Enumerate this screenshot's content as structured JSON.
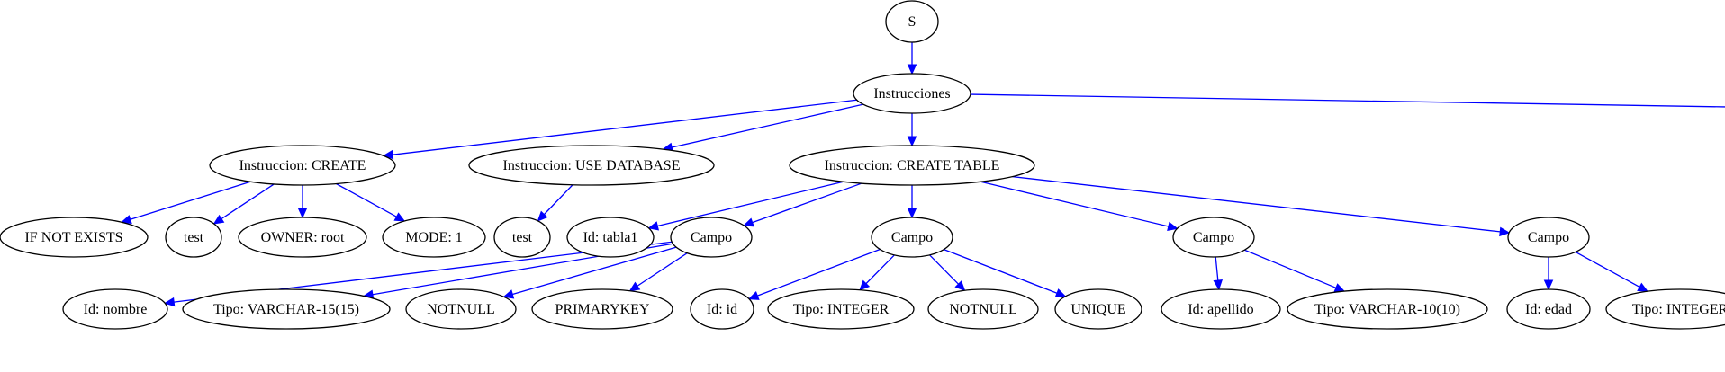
{
  "colors": {
    "edge": "#0000ff",
    "node_border": "#000000",
    "background": "#ffffff"
  },
  "nodes": {
    "root": "S",
    "instrucciones": "Instrucciones",
    "create": "Instruccion: CREATE",
    "use_db": "Instruccion: USE DATABASE",
    "create_table": "Instruccion: CREATE TABLE",
    "if_not_exists": "IF NOT EXISTS",
    "create_name": "test",
    "owner": "OWNER: root",
    "mode": "MODE: 1",
    "use_name": "test",
    "table_id": "Id: tabla1",
    "campo_1": "Campo",
    "campo_2": "Campo",
    "campo_3": "Campo",
    "campo_4": "Campo",
    "c1_id": "Id: nombre",
    "c1_tipo": "Tipo: VARCHAR-15(15)",
    "c1_notnull": "NOTNULL",
    "c1_pk": "PRIMARYKEY",
    "c2_id": "Id: id",
    "c2_tipo": "Tipo: INTEGER",
    "c2_notnull": "NOTNULL",
    "c2_unique": "UNIQUE",
    "c3_id": "Id: apellido",
    "c3_tipo": "Tipo: VARCHAR-10(10)",
    "c4_id": "Id: edad",
    "c4_tipo": "Tipo: INTEGER"
  },
  "edges": [
    [
      "root",
      "instrucciones"
    ],
    [
      "instrucciones",
      "create"
    ],
    [
      "instrucciones",
      "use_db"
    ],
    [
      "instrucciones",
      "create_table"
    ],
    [
      "instrucciones",
      "offscreen"
    ],
    [
      "create",
      "if_not_exists"
    ],
    [
      "create",
      "create_name"
    ],
    [
      "create",
      "owner"
    ],
    [
      "create",
      "mode"
    ],
    [
      "use_db",
      "use_name"
    ],
    [
      "create_table",
      "table_id"
    ],
    [
      "create_table",
      "campo_1"
    ],
    [
      "create_table",
      "campo_2"
    ],
    [
      "create_table",
      "campo_3"
    ],
    [
      "create_table",
      "campo_4"
    ],
    [
      "campo_1",
      "c1_id"
    ],
    [
      "campo_1",
      "c1_tipo"
    ],
    [
      "campo_1",
      "c1_notnull"
    ],
    [
      "campo_1",
      "c1_pk"
    ],
    [
      "campo_2",
      "c2_id"
    ],
    [
      "campo_2",
      "c2_tipo"
    ],
    [
      "campo_2",
      "c2_notnull"
    ],
    [
      "campo_2",
      "c2_unique"
    ],
    [
      "campo_3",
      "c3_id"
    ],
    [
      "campo_3",
      "c3_tipo"
    ],
    [
      "campo_4",
      "c4_id"
    ],
    [
      "campo_4",
      "c4_tipo"
    ]
  ]
}
